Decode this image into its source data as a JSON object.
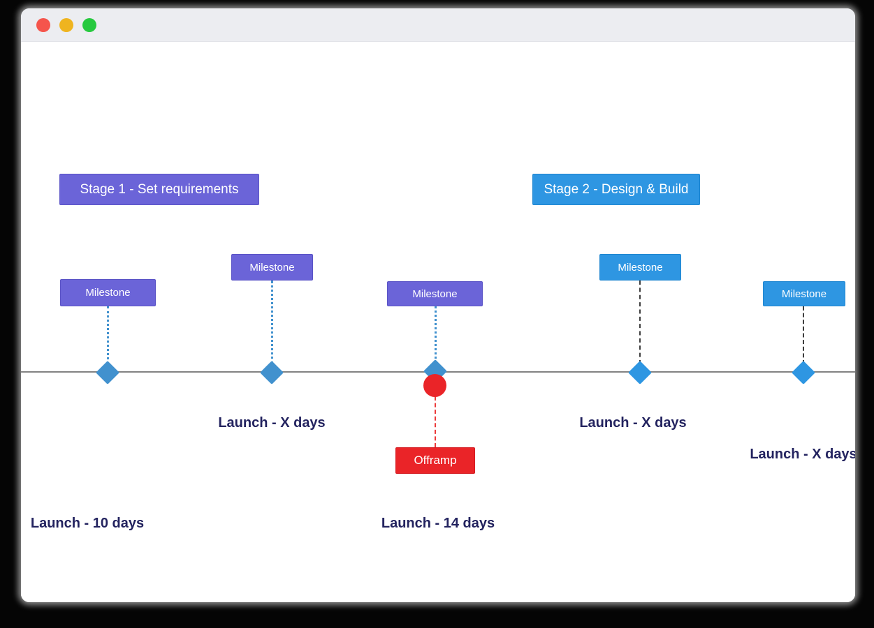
{
  "window": {
    "titlebar": {
      "controls": [
        {
          "name": "close"
        },
        {
          "name": "minimize"
        },
        {
          "name": "zoom"
        }
      ]
    }
  },
  "palette": {
    "purple": "#6B64D8",
    "blue": "#2E96E2",
    "marker_blue": "#4191CE",
    "red": "#EA2428",
    "navy": "#23235F",
    "line_gray": "#828282",
    "titlebar_bg": "#ECEDF1",
    "traffic_red": "#F5554C",
    "traffic_yellow": "#EFB41F",
    "traffic_green": "#27C93F"
  },
  "stages": [
    {
      "label": "Stage 1 - Set requirements",
      "color": "#6B64D8"
    },
    {
      "label": "Stage 2 - Design & Build",
      "color": "#2E96E2"
    }
  ],
  "milestones": [
    {
      "label": "Milestone",
      "variant": "purple",
      "marker": "diamond",
      "marker_color": "#4191CE",
      "connector": "dotted-blue"
    },
    {
      "label": "Milestone",
      "variant": "purple",
      "marker": "diamond",
      "marker_color": "#4191CE",
      "connector": "dotted-blue"
    },
    {
      "label": "Milestone",
      "variant": "purple",
      "marker": "diamond",
      "marker_color": "#4191CE",
      "connector": "dotted-blue"
    },
    {
      "label": "Milestone",
      "variant": "blue",
      "marker": "diamond",
      "marker_color": "#2E96E2",
      "connector": "dashed-dark"
    },
    {
      "label": "Milestone",
      "variant": "blue",
      "marker": "diamond",
      "marker_color": "#2E96E2",
      "connector": "dashed-dark"
    }
  ],
  "offramp": {
    "label": "Offramp",
    "color": "#EA2428",
    "marker": "circle"
  },
  "launch_labels": [
    {
      "text": "Launch - 10 days"
    },
    {
      "text": "Launch - X days"
    },
    {
      "text": "Launch - 14 days"
    },
    {
      "text": "Launch - X days"
    },
    {
      "text": "Launch - X days"
    }
  ]
}
